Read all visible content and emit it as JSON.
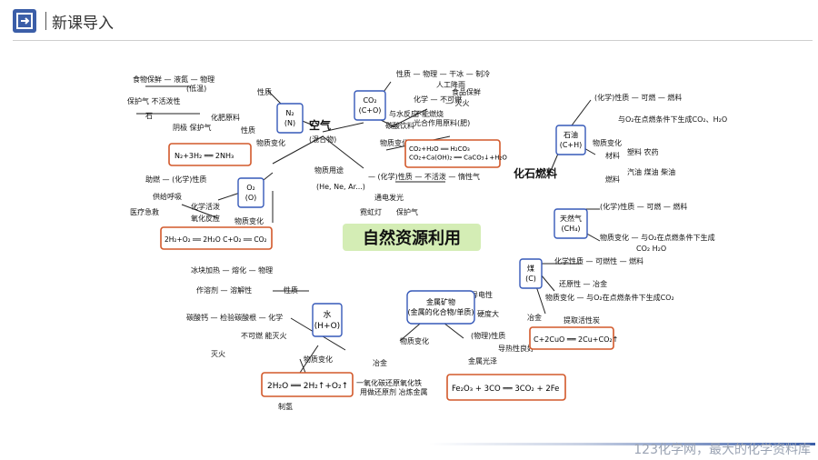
{
  "header": {
    "title": "新课导入"
  },
  "map": {
    "center": "自然资源利用",
    "air": {
      "title": "空气",
      "subtitle": "(混合物)",
      "n2": {
        "box": "N₂\n(N)"
      },
      "o2": {
        "box": "O₂\n(O)"
      },
      "co2": {
        "box": "CO₂\n(C+O)"
      },
      "n2_reaction": "N₂+3H₂ ══ 2NH₃",
      "o2_reaction": "2H₂+O₂ ══ 2H₂O   C+O₂ ══ CO₂",
      "co2_reaction": "CO₂+H₂O ══ H₂CO₃\nCO₂+Ca(OH)₂ ══ CaCO₃↓+H₂O"
    },
    "water": {
      "box": "水\n(H+O)",
      "reaction": "2H₂O ══ 2H₂↑+O₂↑"
    },
    "metal": {
      "box": "金属矿物\n(金属的化合物/单质)",
      "reaction": "Fe₂O₃ + 3CO ══ 3CO₂ + 2Fe"
    },
    "fossil": {
      "title": "化石燃料",
      "oil": {
        "box": "石油\n(C+H)"
      },
      "gas": {
        "box": "天然气\n(CH₄)"
      },
      "coal": {
        "box": "煤\n(C)"
      },
      "coal_reaction": "C+2CuO ══ 2Cu+CO₂↑"
    }
  },
  "footer": {
    "text": "123化学网，最大的化学资料库"
  }
}
